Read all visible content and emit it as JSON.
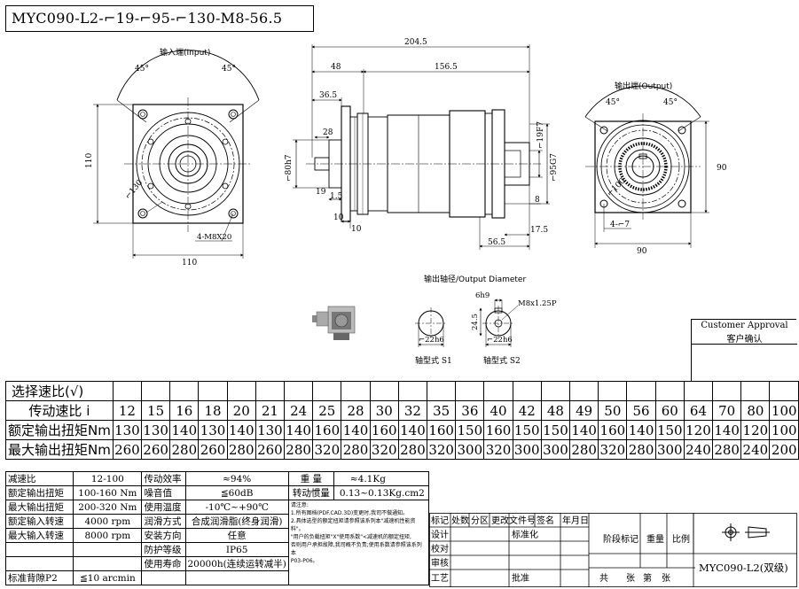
{
  "title": "MYC090-L2-⌐19-⌐95-⌐130-M8-56.5",
  "views": {
    "input": {
      "label": "输入端(Input)",
      "angle_left": "45°",
      "angle_right": "45°",
      "height_dim": "110",
      "width_dim": "110",
      "circle_dim": "⌐130",
      "thread_note": "4-M8X20"
    },
    "side": {
      "dim_total": "204.5",
      "dim_48": "48",
      "dim_156": "156.5",
      "dim_36": "36.5",
      "dim_28": "28",
      "dim_80": "⌐80h7",
      "dim_19": "19",
      "dim_15": "1.5",
      "dim_10a": "10",
      "dim_10b": "10",
      "dim_19f7": "⌐19F7",
      "dim_95": "⌐95G7",
      "dim_8": "8",
      "dim_175": "17.5",
      "dim_565": "56.5"
    },
    "output": {
      "label": "输出端(Output)",
      "angle_left": "45°",
      "angle_right": "45°",
      "height_dim": "90",
      "width_dim": "90",
      "circle_dim": "⌐100",
      "hole_note": "4-⌐7"
    },
    "shaft": {
      "title": "输出轴径/Output Diameter",
      "s1_dim": "⌐22h6",
      "s1_label": "轴型式 S1",
      "s2_key": "6h9",
      "s2_thread": "M8x1.25P",
      "s2_height": "24.5",
      "s2_dim": "⌐22h6",
      "s2_label": "轴型式 S2"
    }
  },
  "approval": {
    "line1": "Customer Approval",
    "line2": "客户确认"
  },
  "ratio_table": {
    "select_label": "选择速比(√)",
    "ratio_label": "传动速比 i",
    "rated_label": "额定输出扭矩Nm",
    "max_label": "最大输出扭矩Nm",
    "ratios": [
      "12",
      "15",
      "16",
      "18",
      "20",
      "21",
      "24",
      "25",
      "28",
      "30",
      "32",
      "35",
      "36",
      "40",
      "42",
      "48",
      "49",
      "50",
      "56",
      "60",
      "64",
      "70",
      "80",
      "100"
    ],
    "rated": [
      "130",
      "130",
      "140",
      "130",
      "140",
      "130",
      "140",
      "160",
      "140",
      "160",
      "140",
      "160",
      "150",
      "160",
      "150",
      "150",
      "140",
      "160",
      "140",
      "150",
      "120",
      "140",
      "120",
      "100"
    ],
    "max": [
      "260",
      "260",
      "280",
      "260",
      "280",
      "260",
      "280",
      "320",
      "280",
      "320",
      "280",
      "320",
      "300",
      "320",
      "300",
      "300",
      "280",
      "320",
      "280",
      "300",
      "240",
      "280",
      "240",
      "200"
    ]
  },
  "spec": {
    "rows": [
      {
        "k1": "减速比",
        "v1": "12-100",
        "k2": "传动效率",
        "v2": "≈94%",
        "k3": "重  量",
        "v3": "≈4.1Kg"
      },
      {
        "k1": "额定输出扭矩",
        "v1": "100-160 Nm",
        "k2": "噪音值",
        "v2": "≦60dB",
        "k3": "转动惯量",
        "v3": "0.13~0.13Kg.cm2"
      },
      {
        "k1": "最大输出扭矩",
        "v1": "200-320 Nm",
        "k2": "使用温度",
        "v2": "-10℃~+90℃"
      },
      {
        "k1": "额定输入转速",
        "v1": "4000 rpm",
        "k2": "润滑方式",
        "v2": "合成润滑脂(终身润滑)"
      },
      {
        "k1": "最大输入转速",
        "v1": "8000 rpm",
        "k2": "安装方向",
        "v2": "任意"
      },
      {
        "k1": "",
        "v1": "",
        "k2": "防护等级",
        "v2": "IP65"
      },
      {
        "k1": "",
        "v1": "",
        "k2": "使用寿命",
        "v2": "20000h(连续运转减半)"
      },
      {
        "k1": "标准背隙P2",
        "v1": "≦10 arcmin",
        "k2": "",
        "v2": ""
      }
    ],
    "notes_title": "请注意:",
    "notes": [
      "1.所有图档(PDF.CAD.3D)变更时,我司不做通知。",
      "2.具体选型的额定扭矩请参照该系列本\"减速机性能资料\"。",
      "\"用户的负载扭矩\"X\"使用系数\"<减速机的额定扭矩,",
      "否则用户承担故障,我司概不负责;使用系数请参照该系列本",
      "P03-P06。"
    ]
  },
  "title_block": {
    "h1": "标记",
    "h2": "处数",
    "h3": "分区",
    "h4": "更改文件号",
    "h5": "签名",
    "h6": "年月日",
    "design": "设计",
    "standardize": "标准化",
    "check": "校对",
    "review": "审核",
    "craft": "工艺",
    "approve": "批准",
    "stage": "阶段标记",
    "weight": "重量",
    "scale": "比例",
    "total": "共",
    "sheets": "张",
    "no": "第",
    "sheet": "张",
    "model": "MYC090-L2(双级)"
  }
}
